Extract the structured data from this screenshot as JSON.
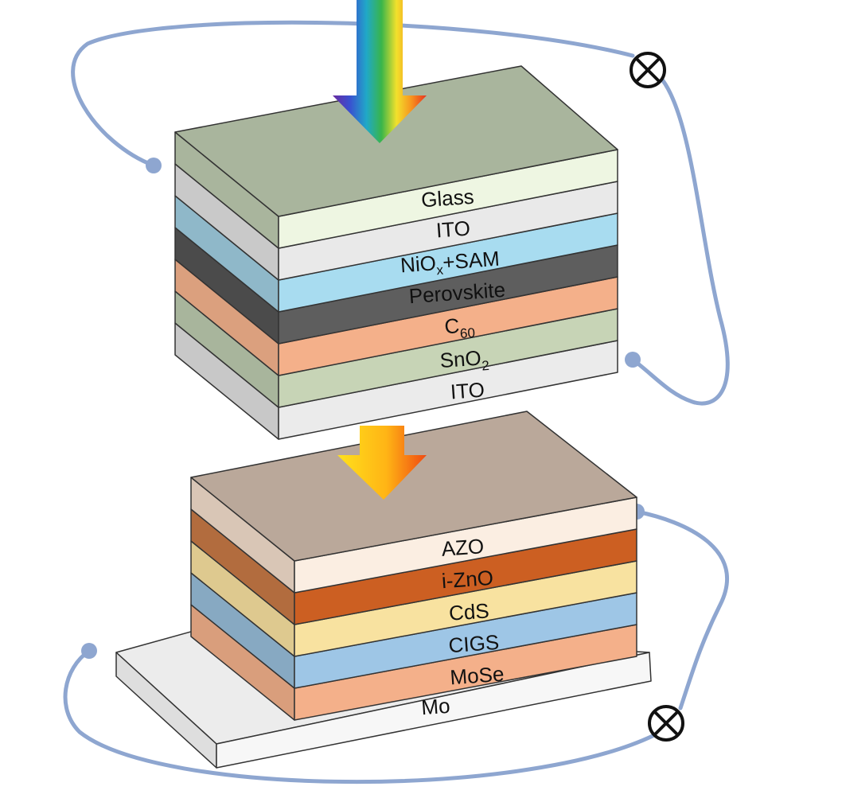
{
  "top_cell": {
    "layers": [
      {
        "label": "Glass",
        "front": "#eef6e2",
        "side": "#a9b59d"
      },
      {
        "label": "ITO",
        "front": "#e9e9e9",
        "side": "#c9c9c9"
      },
      {
        "label_main": "NiO",
        "label_sub": "x",
        "label_rest": "+SAM",
        "front": "#a8dcf0",
        "side": "#8fb8c9"
      },
      {
        "label": "Perovskite",
        "front": "#5e5e5e",
        "side": "#4b4b4b"
      },
      {
        "label_main": "C",
        "label_sub": "60",
        "front": "#f4b08a",
        "side": "#dba07e"
      },
      {
        "label_main": "SnO",
        "label_sub": "2",
        "front": "#c7d4b6",
        "side": "#a8b59c"
      },
      {
        "label": "ITO",
        "front": "#ebebeb",
        "side": "#c8c8c8"
      }
    ],
    "top_face_color": "#a9b59d"
  },
  "bottom_cell": {
    "layers": [
      {
        "label": "AZO",
        "front": "#fbeee2",
        "side": "#d9c6b6"
      },
      {
        "label": "i-ZnO",
        "front": "#cc5f22",
        "side": "#b26c3e"
      },
      {
        "label": "CdS",
        "front": "#f8e2a0",
        "side": "#dec98f"
      },
      {
        "label": "CIGS",
        "front": "#9ec6e6",
        "side": "#87a9c2"
      },
      {
        "label": "MoSe",
        "front": "#f4b08a",
        "side": "#d99e7c"
      },
      {
        "label": "Mo",
        "front": "#f7f7f7",
        "side": "#dedede"
      }
    ],
    "top_face_color": "#baa89a"
  },
  "colors": {
    "wire": "#8ea6d0",
    "meter_stroke": "#111111",
    "edge": "#333333"
  },
  "icons": {
    "meter": "circled-x-icon",
    "light_arrow": "rainbow-arrow-icon",
    "transmitted_arrow": "orange-arrow-icon"
  }
}
